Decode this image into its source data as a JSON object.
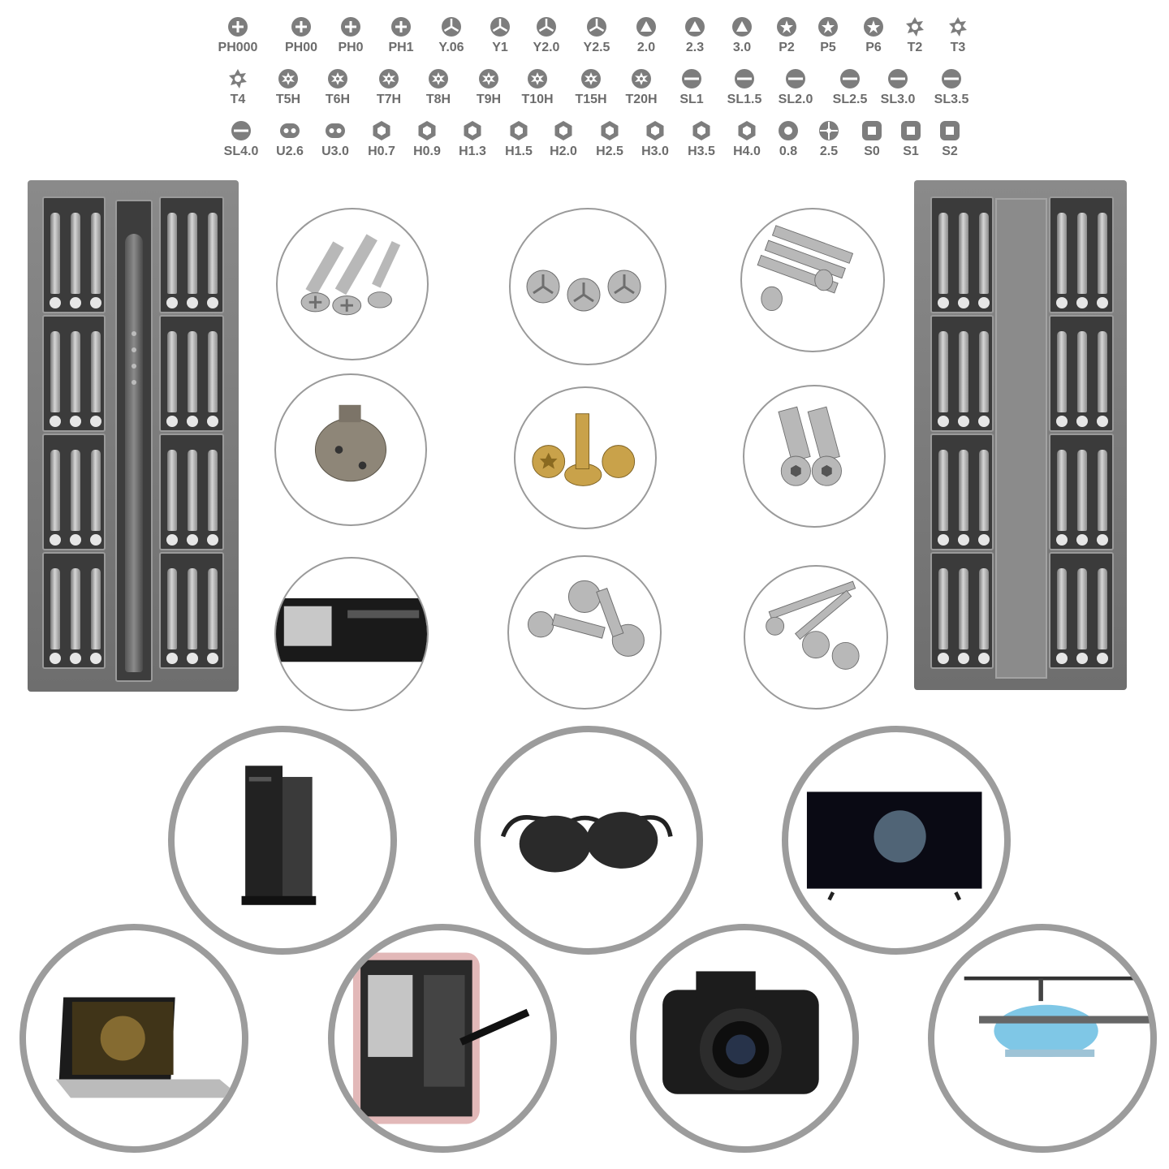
{
  "bit_legend": {
    "rows": [
      [
        {
          "label": "PH000",
          "icon": "phillips-icon"
        },
        {
          "label": "PH00",
          "icon": "phillips-icon"
        },
        {
          "label": "PH0",
          "icon": "phillips-icon"
        },
        {
          "label": "PH1",
          "icon": "phillips-icon"
        },
        {
          "label": "Y.06",
          "icon": "tri-wing-y-icon"
        },
        {
          "label": "Y1",
          "icon": "tri-wing-y-icon"
        },
        {
          "label": "Y2.0",
          "icon": "tri-wing-y-icon"
        },
        {
          "label": "Y2.5",
          "icon": "tri-wing-y-icon"
        },
        {
          "label": "2.0",
          "icon": "triangle-icon"
        },
        {
          "label": "2.3",
          "icon": "triangle-icon"
        },
        {
          "label": "3.0",
          "icon": "triangle-icon"
        },
        {
          "label": "P2",
          "icon": "pentalobe-icon"
        },
        {
          "label": "P5",
          "icon": "pentalobe-icon"
        },
        {
          "label": "P6",
          "icon": "pentalobe-icon"
        },
        {
          "label": "T2",
          "icon": "torx-icon"
        },
        {
          "label": "T3",
          "icon": "torx-icon"
        }
      ],
      [
        {
          "label": "T4",
          "icon": "torx-icon"
        },
        {
          "label": "T5H",
          "icon": "torx-security-icon"
        },
        {
          "label": "T6H",
          "icon": "torx-security-icon"
        },
        {
          "label": "T7H",
          "icon": "torx-security-icon"
        },
        {
          "label": "T8H",
          "icon": "torx-security-icon"
        },
        {
          "label": "T9H",
          "icon": "torx-security-icon"
        },
        {
          "label": "T10H",
          "icon": "torx-security-icon"
        },
        {
          "label": "T15H",
          "icon": "torx-security-icon"
        },
        {
          "label": "T20H",
          "icon": "torx-security-icon"
        },
        {
          "label": "SL1",
          "icon": "slotted-icon"
        },
        {
          "label": "SL1.5",
          "icon": "slotted-icon"
        },
        {
          "label": "SL2.0",
          "icon": "slotted-icon"
        },
        {
          "label": "SL2.5",
          "icon": "slotted-icon"
        },
        {
          "label": "SL3.0",
          "icon": "slotted-icon"
        },
        {
          "label": "SL3.5",
          "icon": "slotted-icon"
        }
      ],
      [
        {
          "label": "SL4.0",
          "icon": "slotted-icon"
        },
        {
          "label": "U2.6",
          "icon": "u-type-icon"
        },
        {
          "label": "U3.0",
          "icon": "u-type-icon"
        },
        {
          "label": "H0.7",
          "icon": "hex-icon"
        },
        {
          "label": "H0.9",
          "icon": "hex-icon"
        },
        {
          "label": "H1.3",
          "icon": "hex-icon"
        },
        {
          "label": "H1.5",
          "icon": "hex-icon"
        },
        {
          "label": "H2.0",
          "icon": "hex-icon"
        },
        {
          "label": "H2.5",
          "icon": "hex-icon"
        },
        {
          "label": "H3.0",
          "icon": "hex-icon"
        },
        {
          "label": "H3.5",
          "icon": "hex-icon"
        },
        {
          "label": "H4.0",
          "icon": "hex-icon"
        },
        {
          "label": "0.8",
          "icon": "round-socket-icon"
        },
        {
          "label": "2.5",
          "icon": "cross-plus-icon"
        },
        {
          "label": "S0",
          "icon": "square-icon"
        },
        {
          "label": "S1",
          "icon": "square-icon"
        },
        {
          "label": "S2",
          "icon": "square-icon"
        }
      ]
    ]
  },
  "screw_photos": [
    {
      "name": "phillips-countersunk-screws"
    },
    {
      "name": "tri-wing-pan-screws"
    },
    {
      "name": "slotted-cheese-screws"
    },
    {
      "name": "pentalobe-screw-head"
    },
    {
      "name": "brass-torx-wood-screws"
    },
    {
      "name": "hex-socket-cap-screws"
    },
    {
      "name": "phone-frame-closeup"
    },
    {
      "name": "triangle-head-screws"
    },
    {
      "name": "torx-countersunk-screws"
    }
  ],
  "applications": [
    {
      "name": "desktop-computer"
    },
    {
      "name": "sunglasses"
    },
    {
      "name": "television"
    },
    {
      "name": "laptop"
    },
    {
      "name": "smartphone-repair"
    },
    {
      "name": "dslr-camera"
    },
    {
      "name": "rc-helicopter"
    }
  ]
}
